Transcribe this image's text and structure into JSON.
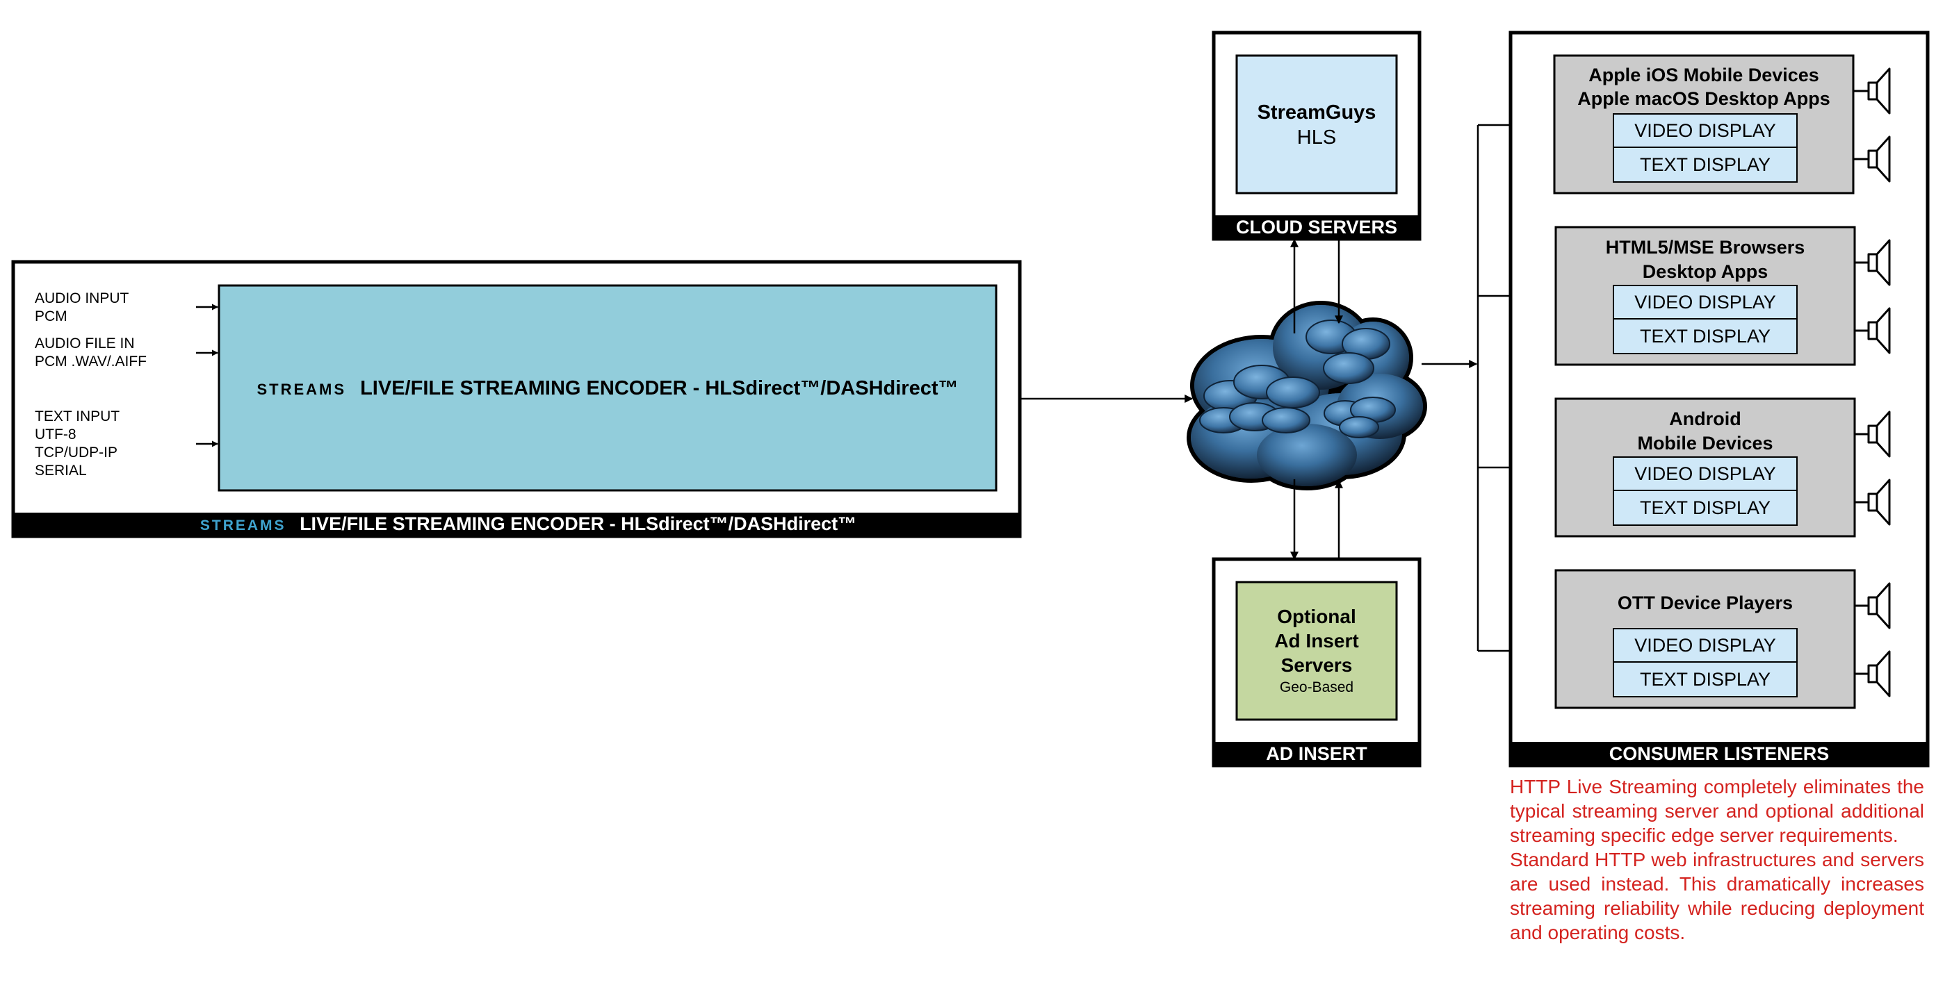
{
  "encoder": {
    "brand": "STREAMS",
    "title": "LIVE/FILE STREAMING ENCODER - HLSdirect™/DASHdirect™",
    "inputs": [
      {
        "lines": [
          "AUDIO INPUT",
          "PCM"
        ]
      },
      {
        "lines": [
          "AUDIO FILE IN",
          "PCM .WAV/.AIFF"
        ]
      },
      {
        "lines": [
          "TEXT INPUT",
          "UTF-8",
          "TCP/UDP-IP",
          "SERIAL"
        ]
      }
    ],
    "footer_brand": "STREAMS",
    "footer_title": "LIVE/FILE STREAMING ENCODER - HLSdirect™/DASHdirect™"
  },
  "cloud_servers": {
    "name": "StreamGuys",
    "protocol": "HLS",
    "footer": "CLOUD SERVERS"
  },
  "ad_insert": {
    "lines": [
      "Optional",
      "Ad Insert",
      "Servers"
    ],
    "sub": "Geo-Based",
    "footer": "AD INSERT"
  },
  "consumers": {
    "footer": "CONSUMER LISTENERS",
    "video_label": "VIDEO DISPLAY",
    "text_label": "TEXT DISPLAY",
    "devices": [
      {
        "title": [
          "Apple iOS Mobile Devices",
          "Apple macOS Desktop Apps"
        ]
      },
      {
        "title": [
          "HTML5/MSE Browsers",
          "Desktop Apps"
        ]
      },
      {
        "title": [
          "Android",
          "Mobile Devices"
        ]
      },
      {
        "title": [
          "OTT Device Players"
        ]
      }
    ]
  },
  "note": {
    "paragraphs": [
      "HTTP Live Streaming completely eliminates the typical streaming server and optional additional streaming specific edge server requirements.",
      "Standard HTTP web infrastructures and servers are used instead. This dramatically increases streaming reliability while reducing deployment and operating costs."
    ]
  },
  "colors": {
    "encoder_fill": "#92cddb",
    "streams_blue": "#3fa3cf",
    "cloud_server_fill": "#cfe8f8",
    "ad_fill": "#c4d7a0",
    "device_fill": "#cbcbcb",
    "display_fill": "#cfe8f8",
    "note_red": "#d4231f"
  }
}
